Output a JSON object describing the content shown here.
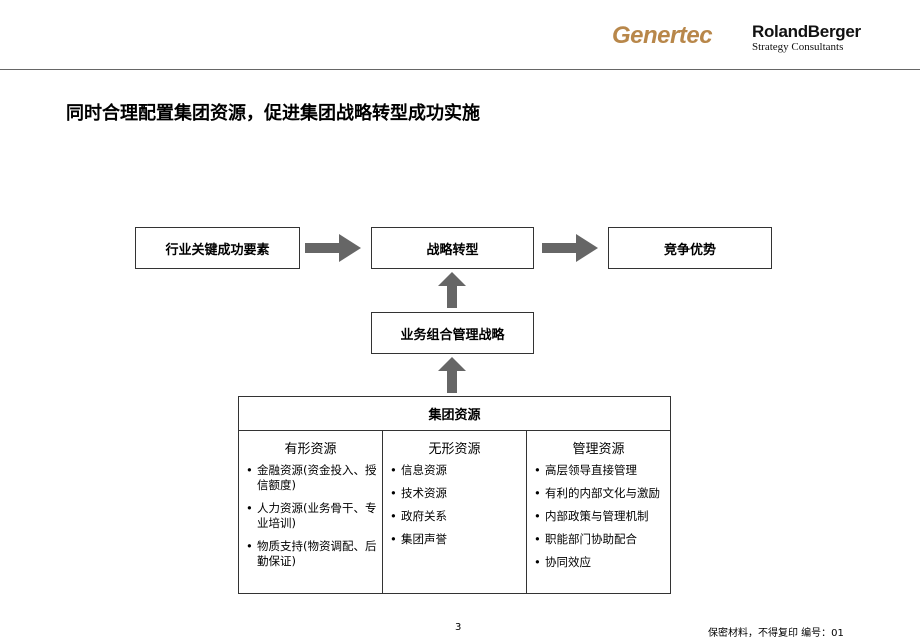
{
  "header": {
    "logo_genertec": "Genertec",
    "logo_rb_main": "RolandBerger",
    "logo_rb_sub": "Strategy Consultants"
  },
  "title": "同时合理配置集团资源，促进集团战略转型成功实施",
  "diagram": {
    "box_industry": "行业关键成功要素",
    "box_transform": "战略转型",
    "box_advantage": "竞争优势",
    "box_portfolio": "业务组合管理战略",
    "group_title": "集团资源",
    "columns": [
      {
        "title": "有形资源",
        "items": [
          "金融资源(资金投入、授信额度)",
          "人力资源(业务骨干、专业培训)",
          "物质支持(物资调配、后勤保证)"
        ]
      },
      {
        "title": "无形资源",
        "items": [
          "信息资源",
          "技术资源",
          "政府关系",
          "集团声誉"
        ]
      },
      {
        "title": "管理资源",
        "items": [
          "高层领导直接管理",
          "有利的内部文化与激励",
          "内部政策与管理机制",
          "职能部门协助配合",
          "协同效应"
        ]
      }
    ],
    "arrow_color": "#666666"
  },
  "footer": {
    "page_number": "3",
    "confidential": "保密材料，不得复印  编号：01"
  }
}
